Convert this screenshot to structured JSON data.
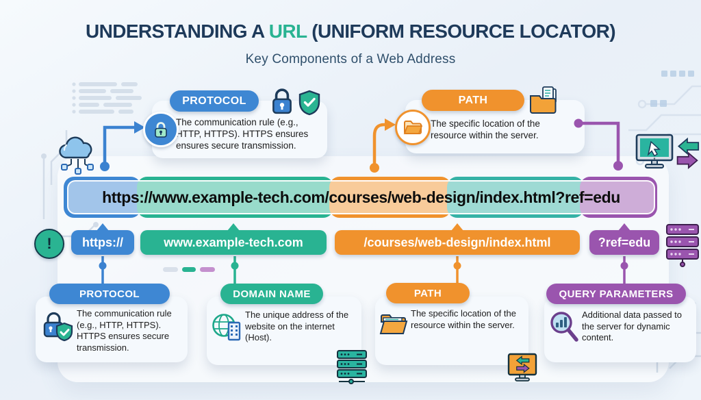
{
  "title": {
    "pre": "UNDERSTANDING A ",
    "highlight": "URL",
    "post": " (UNIFORM RESOURCE LOCATOR)"
  },
  "subtitle": "Key Components of a Web Address",
  "url_bar": {
    "full_url": "https://www.example-tech.com/courses/web-design/index.html?ref=edu"
  },
  "segments": [
    {
      "name": "protocol",
      "label": "https://",
      "color": "#3e87d3"
    },
    {
      "name": "domain",
      "label": "www.example-tech.com",
      "color": "#29b392"
    },
    {
      "name": "path",
      "label": "/courses/web-design/index.html",
      "color": "#f0922d"
    },
    {
      "name": "query",
      "label": "?ref=edu",
      "color": "#9a55ae"
    }
  ],
  "top_callouts": [
    {
      "title": "PROTOCOL",
      "description": "The communication rule (e.g., HTTP, HTTPS). HTTPS ensures ensures secure transmission.",
      "color": "#3e87d3",
      "icons": [
        "lock-badge-icon",
        "lock-icon",
        "shield-check-icon"
      ]
    },
    {
      "title": "PATH",
      "description": "The specific location of the resource within the server.",
      "color": "#f0922d",
      "icons": [
        "folder-badge-icon",
        "folder-documents-icon"
      ]
    }
  ],
  "bottom_callouts": [
    {
      "title": "PROTOCOL",
      "description": "The communication rule (e.g., HTTP, HTTPS). HTTPS ensures secure transmission.",
      "color": "#3e87d3",
      "icon": "lock-shield-icon"
    },
    {
      "title": "DOMAIN NAME",
      "description": "The unique address of the website on the internet (Host).",
      "color": "#29b392",
      "icon": "globe-building-icon"
    },
    {
      "title": "PATH",
      "description": "The specific location of the resource within the server.",
      "color": "#f0922d",
      "icon": "folder-icon"
    },
    {
      "title": "QUERY PARAMETERS",
      "description": "Additional data passed to the server for dynamic content.",
      "color": "#9a55ae",
      "icon": "magnifier-chart-icon"
    }
  ],
  "decorations": {
    "alert_glyph": "!",
    "icons": [
      "cloud-network-icon",
      "monitor-cursor-icon",
      "exchange-arrows-icon",
      "server-stack-purple-icon",
      "server-stack-teal-icon",
      "monitor-transfer-icon",
      "alert-icon",
      "circuit-traces",
      "code-lines-decoration"
    ]
  },
  "colors": {
    "navy": "#1e3a5a",
    "teal": "#29b392",
    "teal_alt": "#35b2a6",
    "blue": "#3e87d3",
    "orange": "#f0922d",
    "purple": "#9a55ae",
    "background": "#edf3f9"
  }
}
